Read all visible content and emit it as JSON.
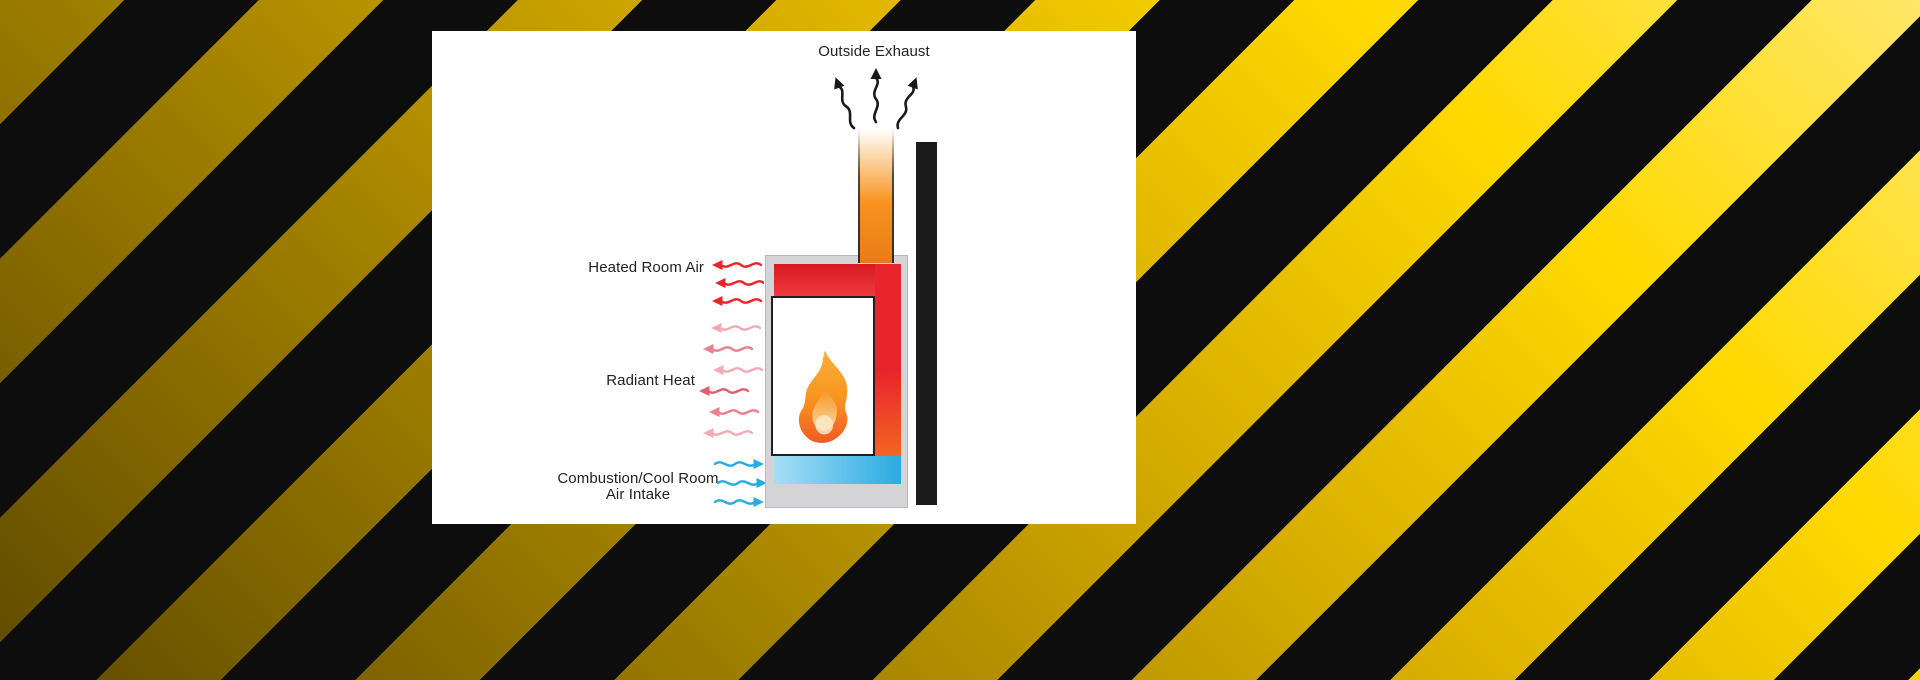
{
  "diagram": {
    "labels": {
      "outside_exhaust": "Outside Exhaust",
      "heated_room_air": "Heated Room Air",
      "radiant_heat": "Radiant Heat",
      "combustion_intake_line1": "Combustion/Cool Room",
      "combustion_intake_line2": "Air Intake"
    },
    "colors": {
      "hazard_yellow_bright": "#ffd900",
      "hazard_yellow_dark": "#5f4a00",
      "hazard_black": "#0d0d0d",
      "panel_white": "#ffffff",
      "exhaust_arrow_black": "#1a1a1a",
      "heated_air_red": "#e8242c",
      "radiant_pink_light": "#f4aab4",
      "radiant_pink_mid": "#ec7f8d",
      "radiant_pink_dark": "#e65c6e",
      "intake_blue": "#29abe2",
      "chimney_orange": "#f7931e",
      "wall_black": "#1b1b1b",
      "stove_gray": "#d4d4d6",
      "flame_orange": "#f15a24",
      "flame_yellow": "#fbb03b"
    }
  }
}
